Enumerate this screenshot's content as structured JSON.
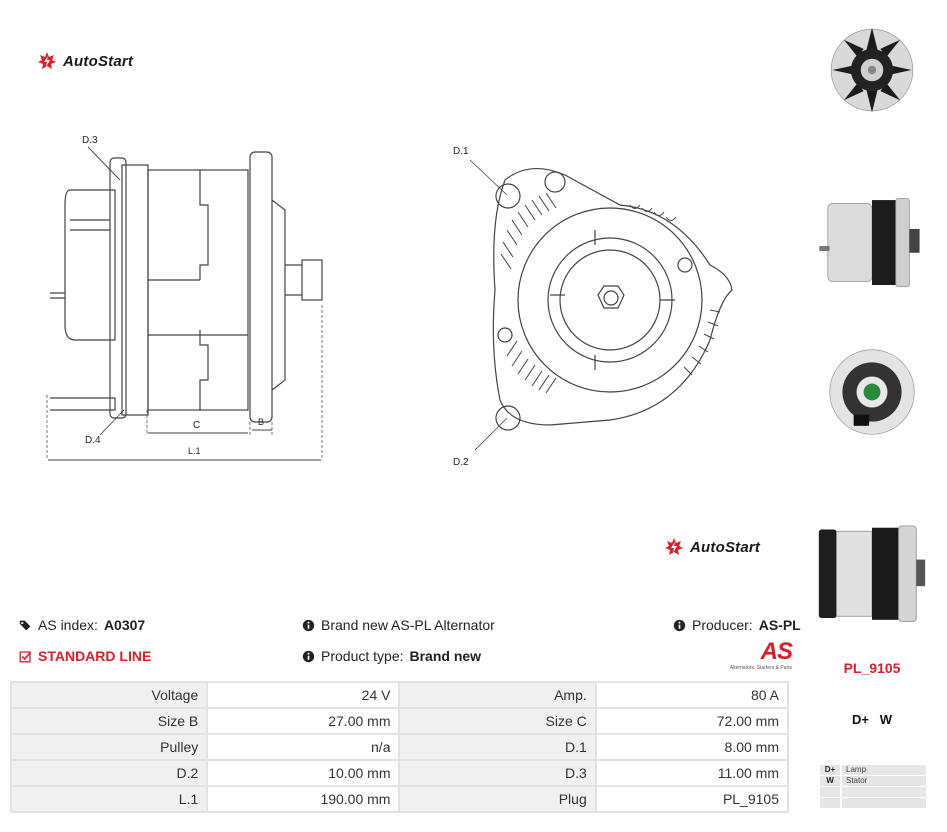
{
  "brand": {
    "name": "AutoStart"
  },
  "drawing_labels": {
    "side": {
      "d3": "D.3",
      "d4": "D.4",
      "c": "C",
      "b": "B",
      "l1": "L.1"
    },
    "front": {
      "d1": "D.1",
      "d2": "D.2"
    }
  },
  "info": {
    "as_index_label": "AS index:",
    "as_index_value": "A0307",
    "line": "STANDARD LINE",
    "description": "Brand new AS-PL Alternator",
    "product_type_label": "Product type:",
    "product_type_value": "Brand new",
    "producer_label": "Producer:",
    "producer_value": "AS-PL",
    "producer_logo_text": "AS",
    "producer_logo_tagline": "Alternators, Starters & Parts"
  },
  "specs": [
    {
      "label1": "Voltage",
      "value1": "24 V",
      "label2": "Amp.",
      "value2": "80 A"
    },
    {
      "label1": "Size B",
      "value1": "27.00 mm",
      "label2": "Size C",
      "value2": "72.00 mm"
    },
    {
      "label1": "Pulley",
      "value1": "n/a",
      "label2": "D.1",
      "value2": "8.00 mm"
    },
    {
      "label1": "D.2",
      "value1": "10.00 mm",
      "label2": "D.3",
      "value2": "11.00 mm"
    },
    {
      "label1": "L.1",
      "value1": "190.00 mm",
      "label2": "Plug",
      "value2": "PL_9105"
    }
  ],
  "side": {
    "plug_code": "PL_9105",
    "pins": "D+   W",
    "legend": [
      {
        "key": "D+",
        "value": "Lamp"
      },
      {
        "key": "W",
        "value": "Stator"
      },
      {
        "key": "",
        "value": ""
      },
      {
        "key": "",
        "value": ""
      }
    ]
  },
  "colors": {
    "accent_red": "#d6202a",
    "table_border": "#e2e2e2",
    "label_bg": "#f0f0f0"
  }
}
